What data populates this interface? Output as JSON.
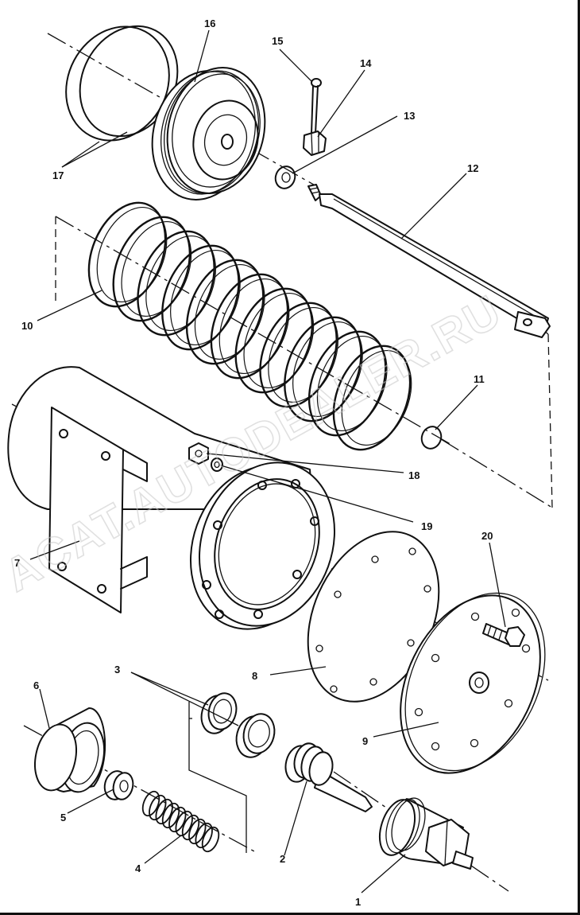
{
  "watermark": "ACAT.AUTODEALER.RU",
  "callouts": [
    {
      "id": "1",
      "label": "1"
    },
    {
      "id": "2",
      "label": "2"
    },
    {
      "id": "3",
      "label": "3"
    },
    {
      "id": "4",
      "label": "4"
    },
    {
      "id": "5",
      "label": "5"
    },
    {
      "id": "6",
      "label": "6"
    },
    {
      "id": "7",
      "label": "7"
    },
    {
      "id": "8",
      "label": "8"
    },
    {
      "id": "9",
      "label": "9"
    },
    {
      "id": "10",
      "label": "10"
    },
    {
      "id": "11",
      "label": "11"
    },
    {
      "id": "12",
      "label": "12"
    },
    {
      "id": "13",
      "label": "13"
    },
    {
      "id": "14",
      "label": "14"
    },
    {
      "id": "15",
      "label": "15"
    },
    {
      "id": "16",
      "label": "16"
    },
    {
      "id": "17",
      "label": "17"
    },
    {
      "id": "18",
      "label": "18"
    },
    {
      "id": "19",
      "label": "19"
    },
    {
      "id": "20",
      "label": "20"
    }
  ]
}
